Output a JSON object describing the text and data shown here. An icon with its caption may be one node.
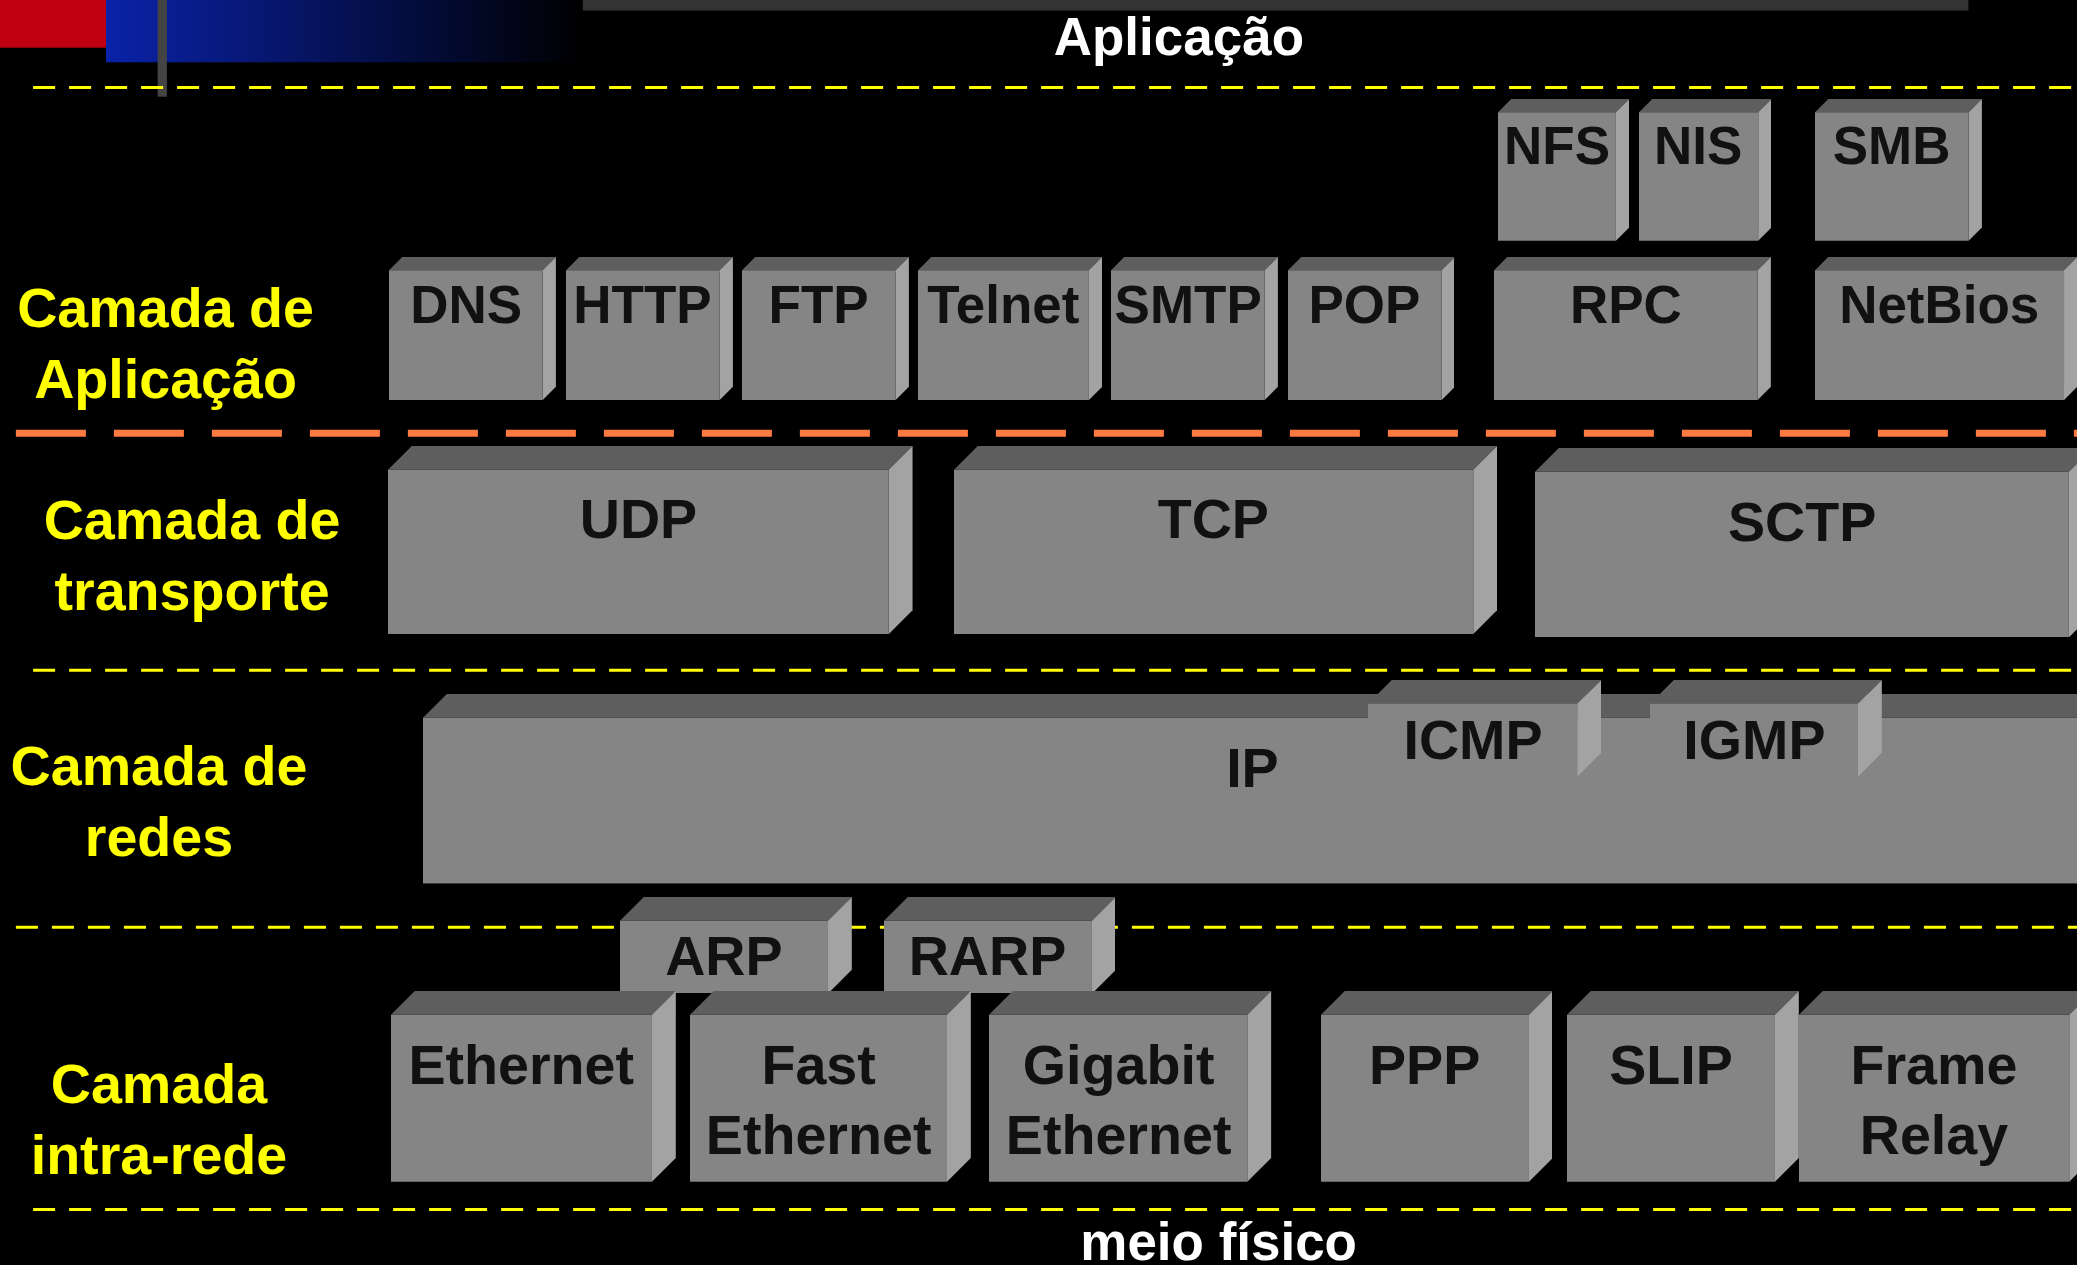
{
  "diagram": {
    "nodes": [
      {
        "text": [
          "NFS"
        ]
      },
      {
        "text": [
          "NIS"
        ]
      },
      {
        "text": [
          "SMB"
        ]
      },
      {
        "text": [
          "DNS"
        ]
      },
      {
        "text": [
          "HTTP"
        ]
      },
      {
        "text": [
          "FTP"
        ]
      },
      {
        "text": [
          "Telnet"
        ]
      },
      {
        "text": [
          "SMTP"
        ]
      },
      {
        "text": [
          "POP"
        ]
      },
      {
        "text": [
          "RPC"
        ]
      },
      {
        "text": [
          "NetBios"
        ]
      },
      {
        "text": [
          "UDP"
        ]
      },
      {
        "text": [
          "TCP"
        ]
      },
      {
        "text": [
          "SCTP"
        ]
      },
      {
        "text": [
          "IP"
        ]
      },
      {
        "text": [
          "ICMP"
        ]
      },
      {
        "text": [
          "IGMP"
        ]
      },
      {
        "text": [
          "ARP"
        ]
      },
      {
        "text": [
          "RARP"
        ]
      },
      {
        "text": [
          "Ethernet"
        ]
      },
      {
        "text": [
          "Fast Ethernet"
        ]
      },
      {
        "text": [
          "Gigabit Ethernet"
        ]
      },
      {
        "text": [
          "PPP"
        ]
      },
      {
        "text": [
          "SLIP"
        ]
      },
      {
        "text": [
          "Frame Relay"
        ]
      }
    ],
    "labels": [
      "Aplicação",
      "Camada de Aplicação",
      "Camada de transporte",
      "Camada de redes",
      "Camada intra-rede",
      "meio físico"
    ]
  }
}
